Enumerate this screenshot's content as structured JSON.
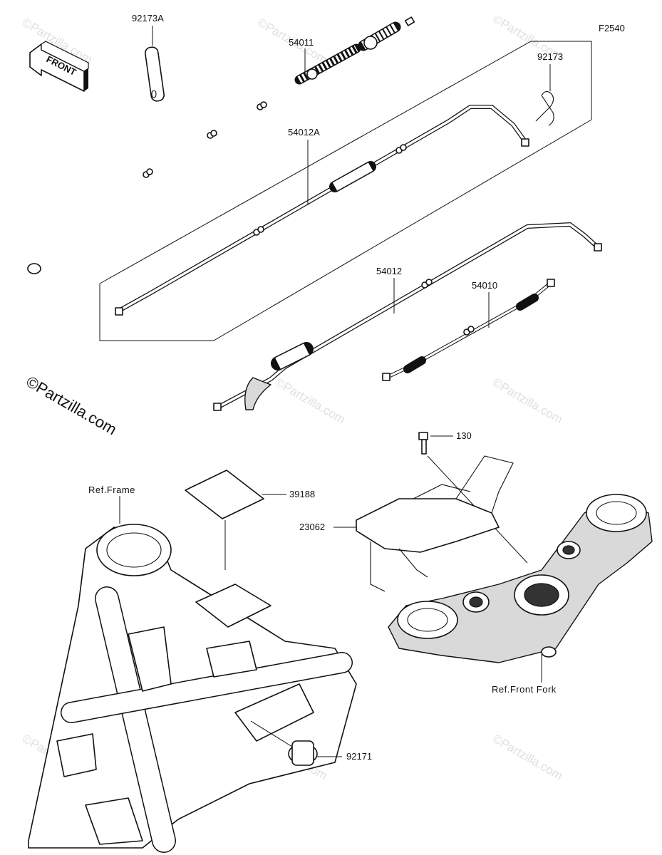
{
  "figure_code": "F2540",
  "front_label": "FRONT",
  "copyright": "©Partzilla.com",
  "watermark": "©Partzilla.com",
  "labels": {
    "p92173A": "92173A",
    "p54011": "54011",
    "p92173": "92173",
    "p54012A": "54012A",
    "p54012": "54012",
    "p54010": "54010",
    "p130": "130",
    "p39188": "39188",
    "p23062": "23062",
    "p92171": "92171",
    "ref_frame": "Ref.Frame",
    "ref_front_fork": "Ref.Front Fork"
  }
}
